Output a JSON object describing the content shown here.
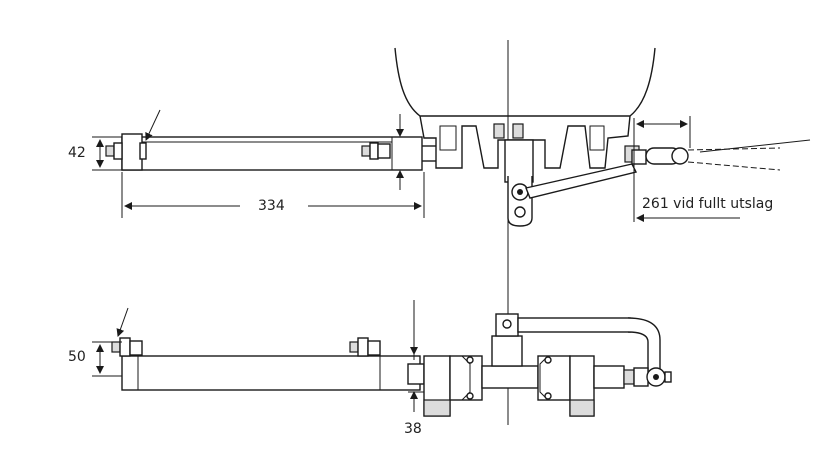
{
  "dimensions": {
    "top_height": "42",
    "top_length": "334",
    "stroke_note": "261 vid fullt utslag",
    "bottom_height": "50",
    "bottom_offset": "38"
  },
  "colors": {
    "line": "#1a1a1a",
    "background": "#ffffff"
  }
}
